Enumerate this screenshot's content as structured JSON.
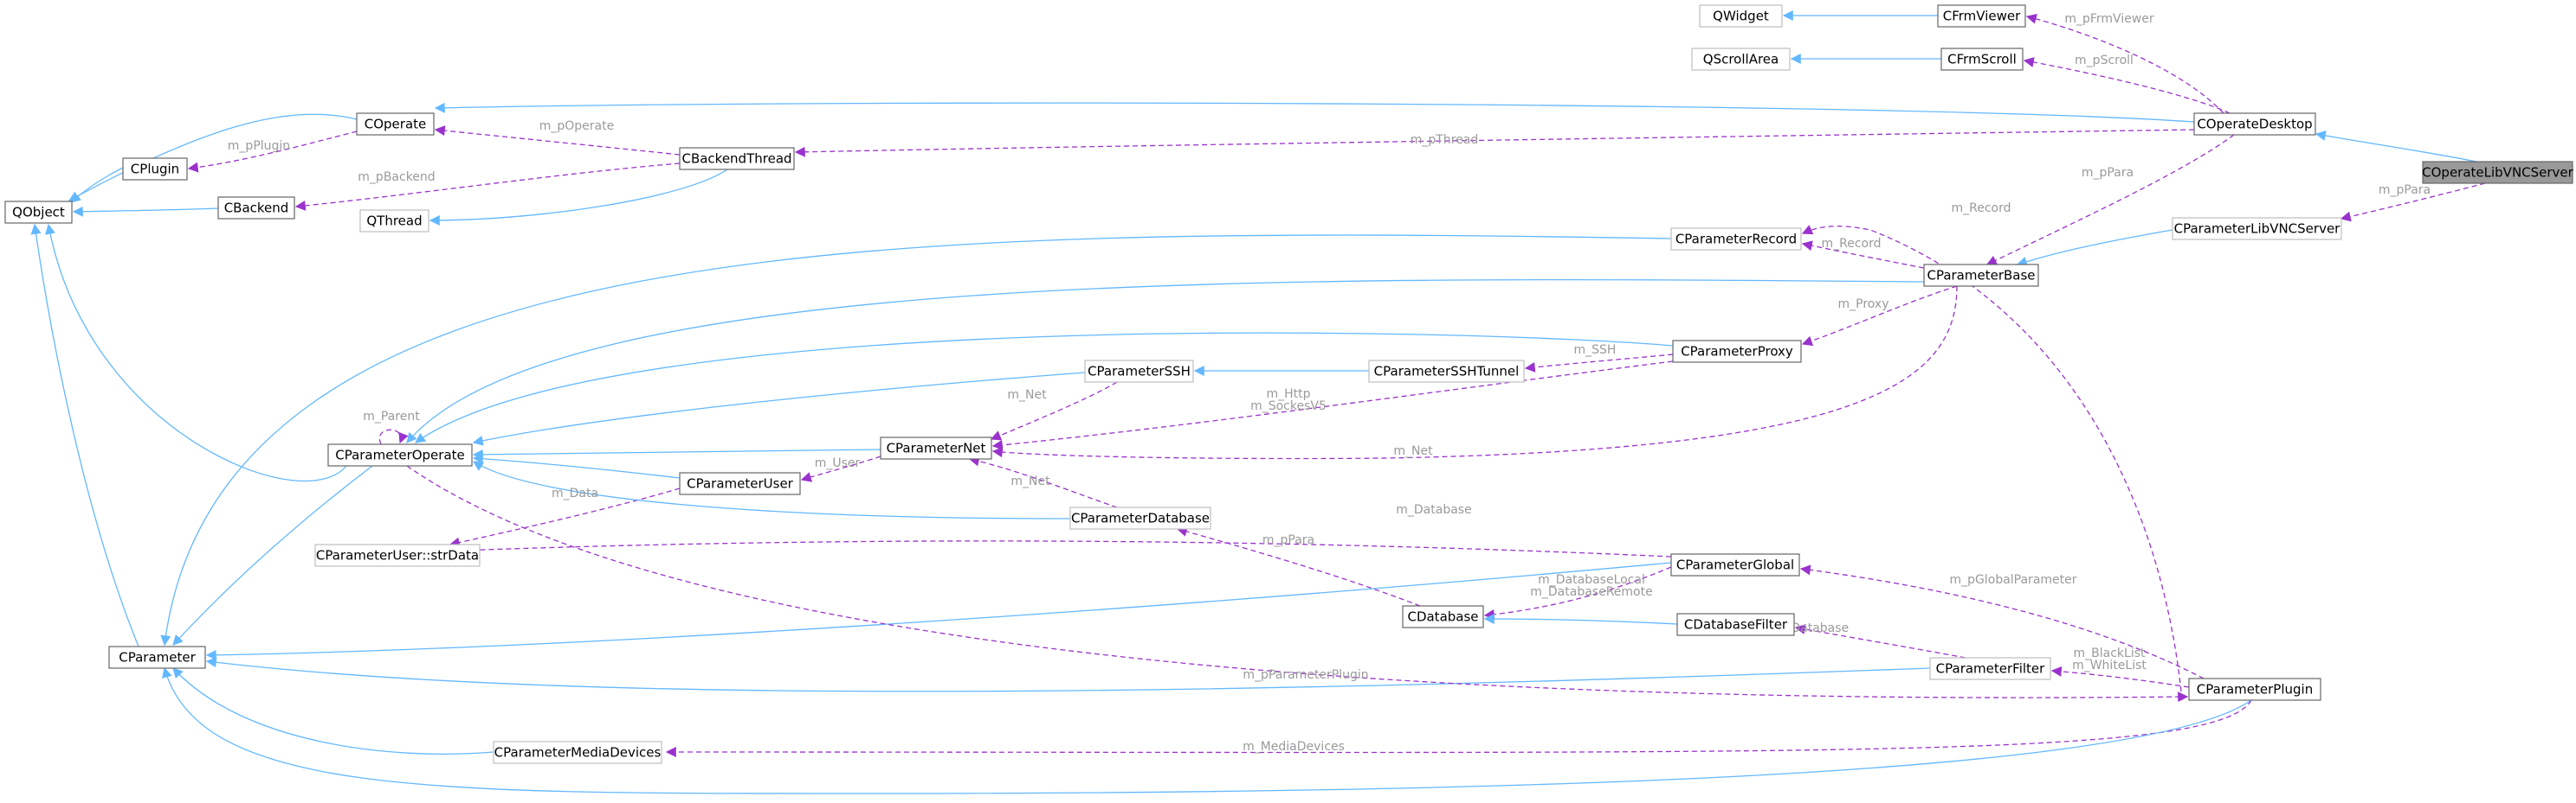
{
  "colors": {
    "inherit_edge": "#63b8ff",
    "member_edge": "#9a32cd",
    "node_border": "#666666",
    "node_border_light": "#bfbfbf",
    "node_fill": "#ffffff",
    "focus_fill": "#999999",
    "edge_label": "#9a9a9a"
  },
  "nodes": [
    {
      "id": "qwidget",
      "label": "QWidget",
      "style": "light"
    },
    {
      "id": "cfrmviewer",
      "label": "CFrmViewer",
      "style": "normal"
    },
    {
      "id": "qscrollarea",
      "label": "QScrollArea",
      "style": "light"
    },
    {
      "id": "cfrmscroll",
      "label": "CFrmScroll",
      "style": "normal"
    },
    {
      "id": "coperate",
      "label": "COperate",
      "style": "normal"
    },
    {
      "id": "coperatedesktop",
      "label": "COperateDesktop",
      "style": "normal"
    },
    {
      "id": "coperatelibvncserver",
      "label": "COperateLibVNCServer",
      "style": "focus"
    },
    {
      "id": "cplugin",
      "label": "CPlugin",
      "style": "normal"
    },
    {
      "id": "cbackendthread",
      "label": "CBackendThread",
      "style": "normal"
    },
    {
      "id": "qobject",
      "label": "QObject",
      "style": "normal"
    },
    {
      "id": "cbackend",
      "label": "CBackend",
      "style": "normal"
    },
    {
      "id": "qthread",
      "label": "QThread",
      "style": "light"
    },
    {
      "id": "cparameterlibvncserver",
      "label": "CParameterLibVNCServer",
      "style": "light"
    },
    {
      "id": "cparameterrecord",
      "label": "CParameterRecord",
      "style": "light"
    },
    {
      "id": "cparameterbase",
      "label": "CParameterBase",
      "style": "normal"
    },
    {
      "id": "cparameterproxy",
      "label": "CParameterProxy",
      "style": "normal"
    },
    {
      "id": "cparameterssh",
      "label": "CParameterSSH",
      "style": "light"
    },
    {
      "id": "cparametersshtunnel",
      "label": "CParameterSSHTunnel",
      "style": "light"
    },
    {
      "id": "cparameteroperate",
      "label": "CParameterOperate",
      "style": "normal"
    },
    {
      "id": "cparameternet",
      "label": "CParameterNet",
      "style": "normal"
    },
    {
      "id": "cparameteruser",
      "label": "CParameterUser",
      "style": "normal"
    },
    {
      "id": "cparameterdatabase",
      "label": "CParameterDatabase",
      "style": "light"
    },
    {
      "id": "cparameteruser_strdata",
      "label": "CParameterUser::strData",
      "style": "light"
    },
    {
      "id": "cparameterglobal",
      "label": "CParameterGlobal",
      "style": "normal"
    },
    {
      "id": "cdatabase",
      "label": "CDatabase",
      "style": "normal"
    },
    {
      "id": "cdatabasefilter",
      "label": "CDatabaseFilter",
      "style": "normal"
    },
    {
      "id": "cparameter",
      "label": "CParameter",
      "style": "normal"
    },
    {
      "id": "cparameterfilter",
      "label": "CParameterFilter",
      "style": "light"
    },
    {
      "id": "cparameterplugin",
      "label": "CParameterPlugin",
      "style": "normal"
    },
    {
      "id": "cparametermediadevices",
      "label": "CParameterMediaDevices",
      "style": "light"
    }
  ],
  "edges": [
    {
      "from": "cfrmviewer",
      "to": "qwidget",
      "kind": "inherit"
    },
    {
      "from": "cfrmscroll",
      "to": "qscrollarea",
      "kind": "inherit"
    },
    {
      "from": "coperatedesktop",
      "to": "cfrmviewer",
      "kind": "member",
      "labels": [
        "m_pFrmViewer"
      ]
    },
    {
      "from": "coperatedesktop",
      "to": "cfrmscroll",
      "kind": "member",
      "labels": [
        "m_pScroll"
      ]
    },
    {
      "from": "coperatedesktop",
      "to": "coperate",
      "kind": "inherit"
    },
    {
      "from": "coperatelibvncserver",
      "to": "coperatedesktop",
      "kind": "inherit"
    },
    {
      "from": "coperate",
      "to": "qobject",
      "kind": "inherit"
    },
    {
      "from": "cplugin",
      "to": "qobject",
      "kind": "inherit"
    },
    {
      "from": "cbackend",
      "to": "qobject",
      "kind": "inherit"
    },
    {
      "from": "coperate",
      "to": "cplugin",
      "kind": "member",
      "labels": [
        "m_pPlugin"
      ]
    },
    {
      "from": "cbackendthread",
      "to": "coperate",
      "kind": "member",
      "labels": [
        "m_pOperate"
      ]
    },
    {
      "from": "cbackendthread",
      "to": "cbackend",
      "kind": "member",
      "labels": [
        "m_pBackend"
      ]
    },
    {
      "from": "cbackendthread",
      "to": "qthread",
      "kind": "inherit"
    },
    {
      "from": "coperatedesktop",
      "to": "cbackendthread",
      "kind": "member",
      "labels": [
        "m_pThread"
      ]
    },
    {
      "from": "coperatedesktop",
      "to": "cparameterbase",
      "kind": "member",
      "labels": [
        "m_pPara"
      ]
    },
    {
      "from": "coperatelibvncserver",
      "to": "cparameterlibvncserver",
      "kind": "member",
      "labels": [
        "m_pPara"
      ]
    },
    {
      "from": "cparameterlibvncserver",
      "to": "cparameterbase",
      "kind": "inherit"
    },
    {
      "from": "cparameterbase",
      "to": "cparameterrecord",
      "kind": "member",
      "labels": [
        "m_Record"
      ]
    },
    {
      "from": "cparameterplugin",
      "to": "cparameterrecord",
      "kind": "member",
      "labels": [
        "m_Record"
      ]
    },
    {
      "from": "cparameterrecord",
      "to": "cparameter",
      "kind": "inherit"
    },
    {
      "from": "cparameterbase",
      "to": "cparameteroperate",
      "kind": "inherit"
    },
    {
      "from": "cparameterbase",
      "to": "cparameterproxy",
      "kind": "member",
      "labels": [
        "m_Proxy"
      ]
    },
    {
      "from": "cparameterbase",
      "to": "cparameternet",
      "kind": "member",
      "labels": [
        "m_Net"
      ]
    },
    {
      "from": "cparameterproxy",
      "to": "cparameteroperate",
      "kind": "inherit"
    },
    {
      "from": "cparameterproxy",
      "to": "cparametersshtunnel",
      "kind": "member",
      "labels": [
        "m_SSH"
      ]
    },
    {
      "from": "cparameterproxy",
      "to": "cparameternet",
      "kind": "member",
      "labels": [
        "m_Http",
        "m_SockesV5"
      ]
    },
    {
      "from": "cparametersshtunnel",
      "to": "cparameterssh",
      "kind": "inherit"
    },
    {
      "from": "cparameterssh",
      "to": "cparameteroperate",
      "kind": "inherit"
    },
    {
      "from": "cparameterssh",
      "to": "cparameternet",
      "kind": "member",
      "labels": [
        "m_Net"
      ]
    },
    {
      "from": "cparameteroperate",
      "to": "cparameteroperate",
      "kind": "member",
      "labels": [
        "m_Parent"
      ]
    },
    {
      "from": "cparameternet",
      "to": "cparameteroperate",
      "kind": "inherit"
    },
    {
      "from": "cparameternet",
      "to": "cparameteruser",
      "kind": "member",
      "labels": [
        "m_User"
      ]
    },
    {
      "from": "cparameteruser",
      "to": "cparameteroperate",
      "kind": "inherit"
    },
    {
      "from": "cparameteruser",
      "to": "cparameteruser_strdata",
      "kind": "member",
      "labels": [
        "m_Data"
      ]
    },
    {
      "from": "cparameterdatabase",
      "to": "cparameteroperate",
      "kind": "inherit"
    },
    {
      "from": "cparameterdatabase",
      "to": "cparameternet",
      "kind": "member",
      "labels": [
        "m_Net"
      ]
    },
    {
      "from": "cparameteroperate",
      "to": "cparameter",
      "kind": "inherit"
    },
    {
      "from": "cparameteroperate",
      "to": "qobject",
      "kind": "inherit"
    },
    {
      "from": "cparameter",
      "to": "qobject",
      "kind": "inherit"
    },
    {
      "from": "cparameterglobal",
      "to": "cparameterdatabase",
      "kind": "member",
      "labels": [
        "m_Database"
      ]
    },
    {
      "from": "cdatabase",
      "to": "cparameterdatabase",
      "kind": "member",
      "labels": [
        "m_pPara"
      ]
    },
    {
      "from": "cparameterglobal",
      "to": "cdatabase",
      "kind": "member",
      "labels": [
        "m_DatabaseLocal",
        "m_DatabaseRemote"
      ]
    },
    {
      "from": "cparameterglobal",
      "to": "cparameter",
      "kind": "inherit"
    },
    {
      "from": "cdatabasefilter",
      "to": "cdatabase",
      "kind": "inherit"
    },
    {
      "from": "cparameterplugin",
      "to": "cparameterglobal",
      "kind": "member",
      "labels": [
        "m_pGlobalParameter"
      ]
    },
    {
      "from": "cparameterfilter",
      "to": "cdatabasefilter",
      "kind": "member",
      "labels": [
        "m_pDatabase"
      ]
    },
    {
      "from": "cparameterplugin",
      "to": "cparameterfilter",
      "kind": "member",
      "labels": [
        "m_BlackList",
        "m_WhiteList"
      ]
    },
    {
      "from": "cparameterfilter",
      "to": "cparameter",
      "kind": "inherit"
    },
    {
      "from": "cparameteroperate",
      "to": "cparameterplugin",
      "kind": "member",
      "labels": [
        "m_pParameterPlugin"
      ]
    },
    {
      "from": "cparameterplugin",
      "to": "cparametermediadevices",
      "kind": "member",
      "labels": [
        "m_MediaDevices"
      ]
    },
    {
      "from": "cparametermediadevices",
      "to": "cparameter",
      "kind": "inherit"
    },
    {
      "from": "cparameterplugin",
      "to": "cparameter",
      "kind": "inherit"
    }
  ]
}
